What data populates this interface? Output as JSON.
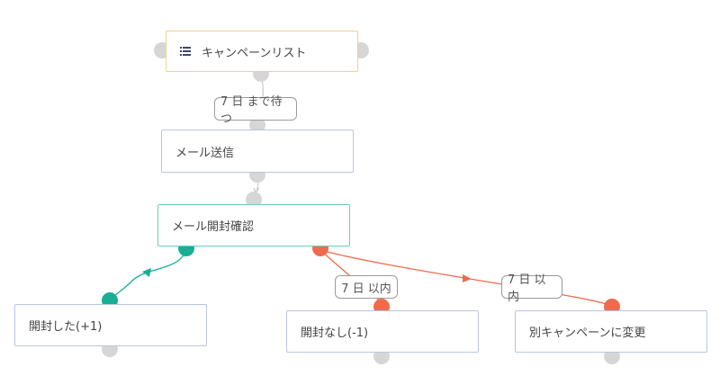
{
  "nodes": {
    "campaign_list": "キャンペーンリスト",
    "send_mail": "メール送信",
    "check_open": "メール開封確認",
    "opened": "開封した(+1)",
    "not_opened": "開封なし(-1)",
    "other_campaign": "別キャンペーンに変更"
  },
  "labels": {
    "wait_7days": "7 日 まで待つ",
    "within_7days_a": "7 日 以内",
    "within_7days_b": "7 日 以内"
  },
  "colors": {
    "accent_yes": "#1aae95",
    "accent_no": "#f06b4e",
    "handle": "#d6d6d6"
  },
  "icons": {
    "campaign_list": "list-icon"
  }
}
